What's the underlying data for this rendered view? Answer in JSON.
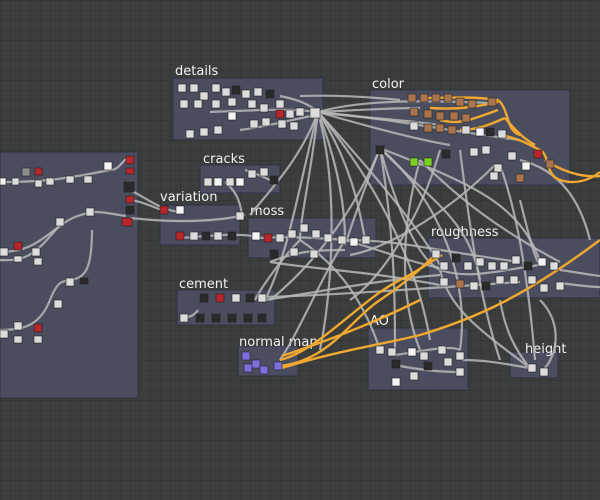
{
  "graph": {
    "frames": [
      {
        "key": "left",
        "label": ""
      },
      {
        "key": "details",
        "label": "details"
      },
      {
        "key": "color",
        "label": "color"
      },
      {
        "key": "cracks",
        "label": "cracks"
      },
      {
        "key": "variation",
        "label": "variation"
      },
      {
        "key": "moss",
        "label": "moss"
      },
      {
        "key": "roughness",
        "label": "roughness"
      },
      {
        "key": "cement",
        "label": "cement"
      },
      {
        "key": "ao",
        "label": "AO"
      },
      {
        "key": "normal_map",
        "label": "normal map"
      },
      {
        "key": "height",
        "label": "height"
      }
    ]
  },
  "colors": {
    "background": "#3b3e3c",
    "frame_fill": "#4a4d5e",
    "wire_gray": "#b8b8b8",
    "wire_orange": "#f0a830",
    "node_red": "#b8262a",
    "node_copper": "#a8744f",
    "node_green": "#7ad021",
    "node_purple": "#7b6fe0"
  }
}
